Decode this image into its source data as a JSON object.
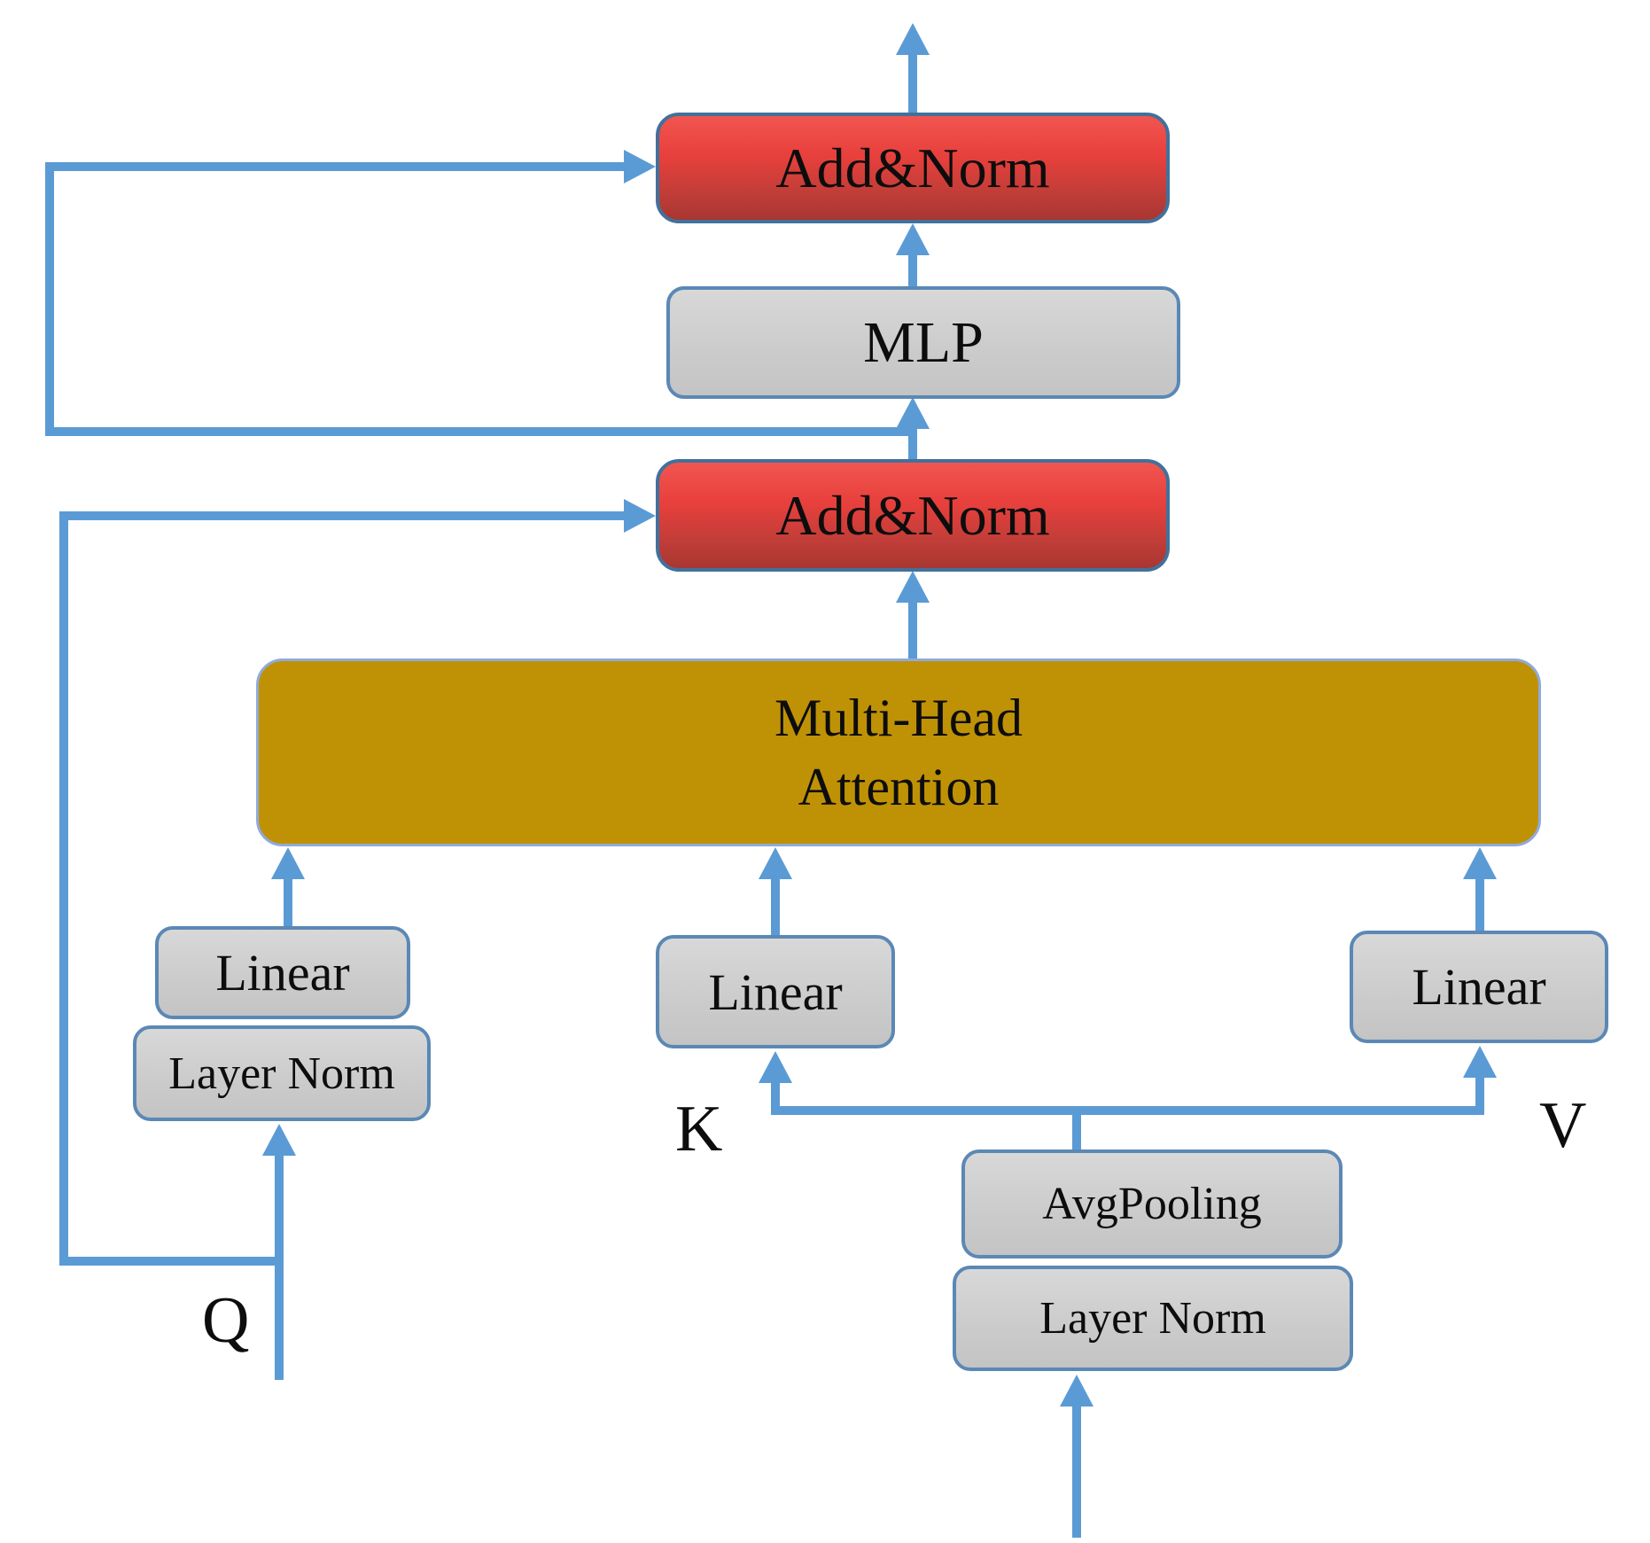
{
  "diagram": {
    "type": "architecture-flow-diagram",
    "description": "Attention block diagram: Q path through Layer Norm and Linear, K/V paths through shared Layer Norm + AvgPooling then Linear projections, into Multi-Head Attention with Add&Norm residuals and MLP",
    "nodes": {
      "add_norm_top": {
        "label": "Add&Norm"
      },
      "mlp": {
        "label": "MLP"
      },
      "add_norm_mid": {
        "label": "Add&Norm"
      },
      "mha": {
        "label": "Multi-Head Attention",
        "line1": "Multi-Head",
        "line2": "Attention"
      },
      "linear_q": {
        "label": "Linear"
      },
      "layer_norm_q": {
        "label": "Layer Norm"
      },
      "linear_k": {
        "label": "Linear"
      },
      "linear_v": {
        "label": "Linear"
      },
      "avg_pooling": {
        "label": "AvgPooling"
      },
      "layer_norm_kv": {
        "label": "Layer Norm"
      }
    },
    "input_labels": {
      "q": "Q",
      "k": "K",
      "v": "V"
    },
    "colors": {
      "arrow": "#5b9bd5",
      "red_box_top": "#f15550",
      "red_box_bottom": "#a93631",
      "gray_box": "#cbcbcb",
      "gold_box": "#bf9206",
      "box_border": "#41719c",
      "text": "#0d0d0d"
    }
  }
}
